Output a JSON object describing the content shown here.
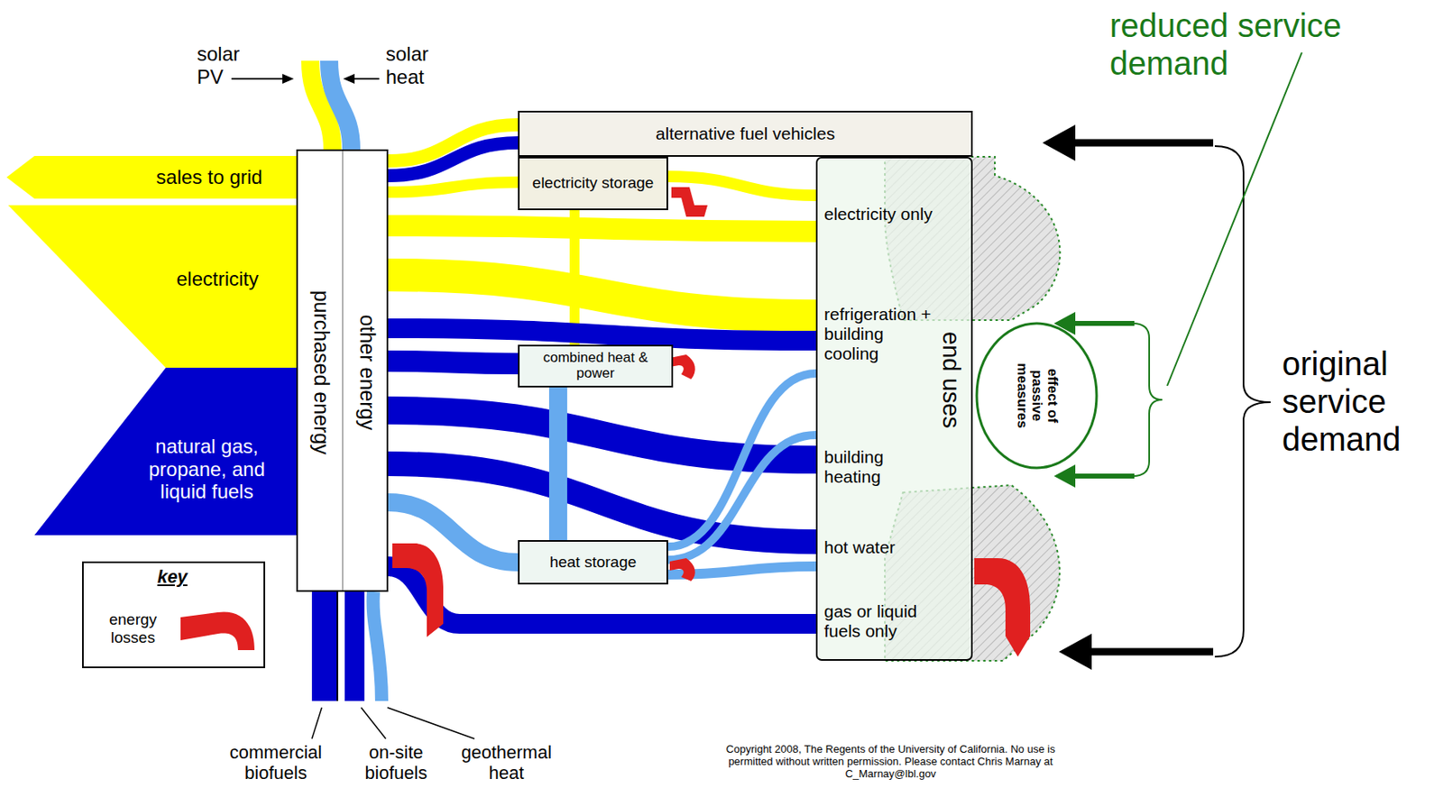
{
  "diagram": {
    "nodes": [
      {
        "text": [
          "other energy",
          "purchased energy"
        ]
      },
      {
        "text": [
          "alternative fuel vehicles"
        ]
      },
      {
        "text": [
          "electricity storage"
        ]
      },
      {
        "text": [
          "combined heat & power"
        ]
      },
      {
        "text": [
          "heat storage"
        ]
      },
      {
        "text": [
          "end uses",
          "electricity only",
          "refrigeration + building cooling",
          "building heating",
          "hot water",
          "gas or liquid fuels only"
        ]
      },
      {
        "text": [
          "effect of passive measures"
        ]
      }
    ],
    "edges": [
      {
        "from": 0,
        "to": 1,
        "arrow": "none"
      },
      {
        "from": 0,
        "to": 1,
        "arrow": "none"
      },
      {
        "from": 0,
        "to": 2,
        "arrow": "none"
      },
      {
        "from": 2,
        "to": 5,
        "arrow": "none"
      },
      {
        "from": 0,
        "to": 5,
        "arrow": "none"
      },
      {
        "from": 0,
        "to": 5,
        "arrow": "none"
      },
      {
        "from": 2,
        "to": 3,
        "arrow": "none"
      },
      {
        "from": 0,
        "to": 5,
        "arrow": "none"
      },
      {
        "from": 0,
        "to": 3,
        "arrow": "none"
      },
      {
        "from": 0,
        "to": 5,
        "arrow": "none"
      },
      {
        "from": 0,
        "to": 5,
        "arrow": "none"
      },
      {
        "from": 0,
        "to": 4,
        "arrow": "none"
      },
      {
        "from": 0,
        "to": 5,
        "arrow": "none"
      },
      {
        "from": 3,
        "to": 4,
        "arrow": "none"
      },
      {
        "from": 4,
        "to": 5,
        "arrow": "none"
      },
      {
        "from": 4,
        "to": 5,
        "arrow": "none"
      },
      {
        "from": 4,
        "to": 5,
        "arrow": "none"
      }
    ],
    "labels": [
      "solar PV",
      "solar heat",
      "sales to grid",
      "electricity",
      "natural gas, propane, and liquid fuels",
      "key",
      "commercial biofuels",
      "on-site biofuels",
      "geothermal heat",
      "Copyright 2008, The Regents of the University of California. No use is permitted without written permission. Please contact Chris Marnay at C_Marnay@lbl.gov",
      "reduced service demand",
      "original service demand"
    ],
    "legend": [
      {
        "text": "energy losses"
      }
    ]
  }
}
